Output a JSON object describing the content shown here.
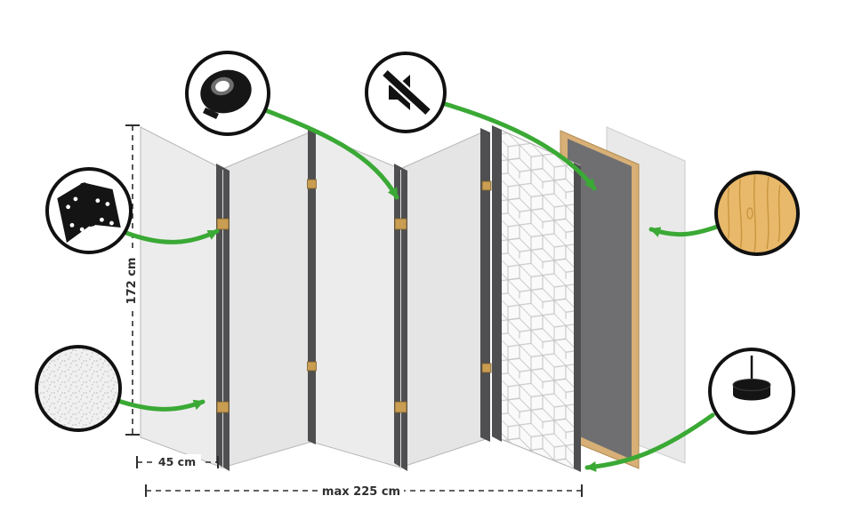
{
  "diagram": {
    "title": "folding-room-divider-exploded-diagram",
    "dimensions": {
      "height_label": "172 cm",
      "panel_width_label": "45 cm",
      "total_width_label": "max 225 cm"
    },
    "icons": {
      "hinge": "hinge-icon",
      "fleece": "fleece-texture-icon",
      "tape": "tape-roll-icon",
      "mute": "muted-speaker-icon",
      "wood": "wood-texture-icon",
      "pin": "mounting-pin-icon"
    },
    "colors": {
      "accent": "#3aa935",
      "panel": "#ececec",
      "panel_edge": "#4f4f51",
      "hinge": "#c99d52",
      "frame": "#d8b077",
      "dark_panel": "#6f6f71",
      "wood": "#e8b96a",
      "pattern_line": "#c4c4c4",
      "dimension": "#2f2f2f"
    }
  }
}
